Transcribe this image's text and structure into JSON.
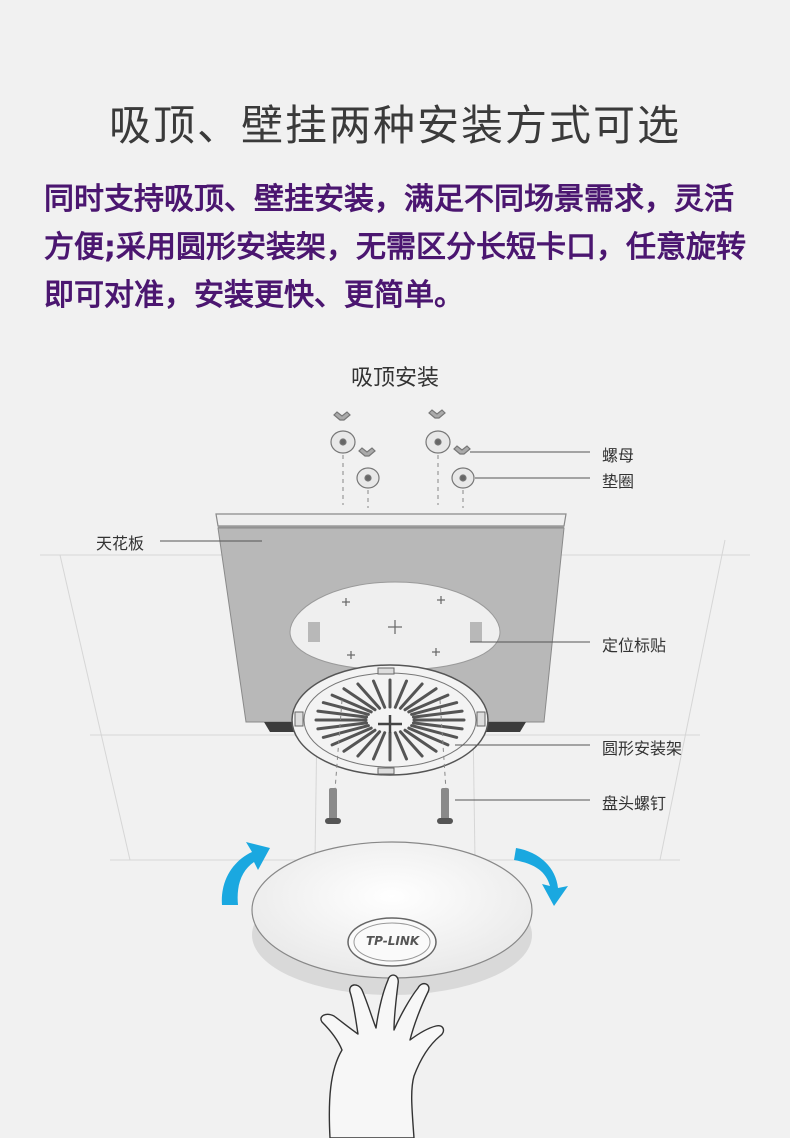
{
  "header": {
    "title": "吸顶、壁挂两种安装方式可选",
    "description": "同时支持吸顶、壁挂安装，满足不同场景需求，灵活方便;采用圆形安装架，无需区分长短卡口，任意旋转即可对准，安装更快、更简单。"
  },
  "diagram": {
    "subtitle": "吸顶安装",
    "labels": {
      "nut": "螺母",
      "washer": "垫圈",
      "ceiling": "天花板",
      "positioning_sticker": "定位标贴",
      "round_bracket": "圆形安装架",
      "pan_head_screw": "盘头螺钉"
    },
    "brand_logo": "TP-LINK"
  },
  "colors": {
    "title": "#3a3a3a",
    "description": "#4b1670",
    "ceiling": "#b8b8b8",
    "arrow": "#1aa8e0"
  }
}
